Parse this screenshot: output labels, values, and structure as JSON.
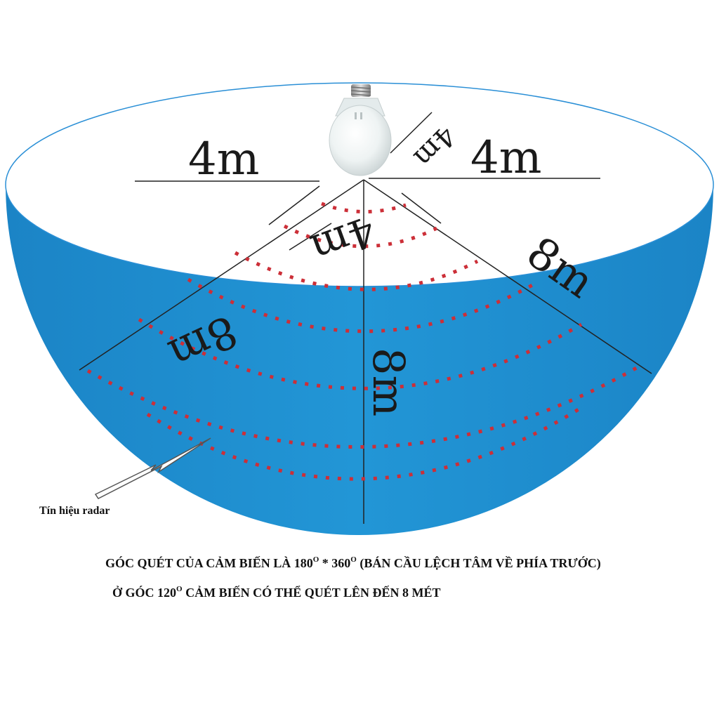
{
  "diagram": {
    "dimensions": {
      "left_horizontal": "4m",
      "right_horizontal": "4m",
      "bulb_diagonal": "4m",
      "inner_radius": "4m",
      "left_radius": "8m",
      "right_radius": "8m",
      "center_radius": "8m"
    },
    "radar_label": "Tín hiệu radar",
    "caption": {
      "line1_part1": "GÓC QUÉT CỦA CẢM BIẾN LÀ 180",
      "line1_sup1": "O",
      "line1_part2": " * 360",
      "line1_sup2": "O",
      "line1_part3": " (BÁN CẦU LỆCH TÂM  VỀ PHÍA TRƯỚC)",
      "line2_part1": "Ở GÓC 120",
      "line2_sup": "O",
      "line2_part2": " CẢM BIẾN CÓ THỂ QUÉT LÊN ĐẾN 8 MÉT"
    },
    "icons": {
      "bulb": "light-bulb-icon",
      "pointer": "arrow-pointer-icon"
    },
    "colors": {
      "bowl_blue": "#1e8fd0",
      "rim_line": "#2a8fd6",
      "radar_dots": "#c8323a",
      "lines": "#222222"
    }
  }
}
